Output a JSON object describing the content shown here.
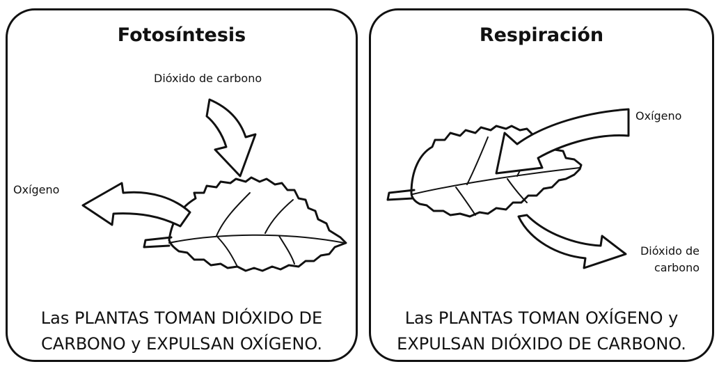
{
  "photosynthesis": {
    "title": "Fotosíntesis",
    "label_co2": "Dióxido de carbono",
    "label_o2": "Oxígeno",
    "caption_line1": "Las PLANTAS TOMAN DIÓXIDO DE",
    "caption_line2": "CARBONO y EXPULSAN OXÍGENO."
  },
  "respiration": {
    "title": "Respiración",
    "label_o2": "Oxígeno",
    "label_co2_line1": "Dióxido de",
    "label_co2_line2": "carbono",
    "caption_line1": "Las PLANTAS TOMAN OXÍGENO y",
    "caption_line2": "EXPULSAN DIÓXIDO DE CARBONO."
  }
}
